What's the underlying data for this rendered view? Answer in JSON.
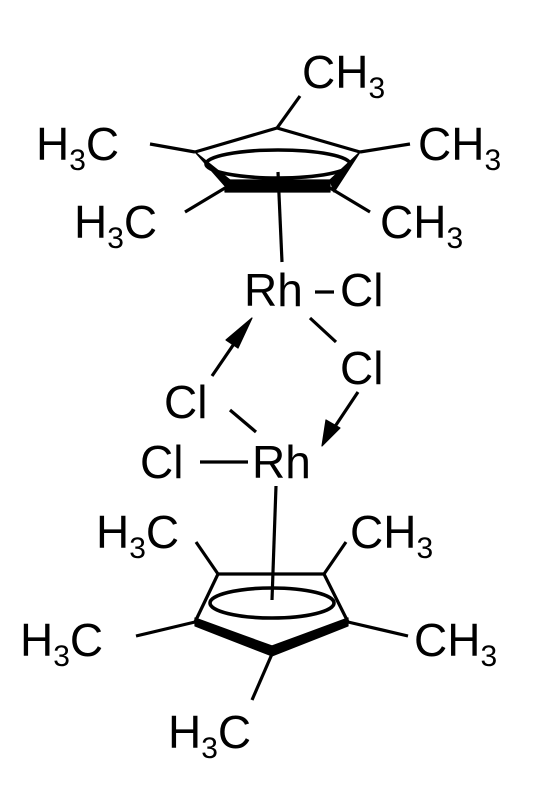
{
  "structure": {
    "atoms": {
      "top_ring": {
        "me_top": [
          "CH",
          "3"
        ],
        "me_upper_left": [
          "H",
          "3",
          "C"
        ],
        "me_upper_right": [
          "CH",
          "3"
        ],
        "me_lower_left": [
          "H",
          "3",
          "C"
        ],
        "me_lower_right": [
          "CH",
          "3"
        ]
      },
      "metal_core": {
        "rh_top": "Rh",
        "cl_terminal_top": "Cl",
        "cl_bridge_right": "Cl",
        "cl_bridge_left": "Cl",
        "cl_terminal_bottom": "Cl",
        "rh_bottom": "Rh"
      },
      "bottom_ring": {
        "me_upper_left": [
          "H",
          "3",
          "C"
        ],
        "me_upper_right": [
          "CH",
          "3"
        ],
        "me_left": [
          "H",
          "3",
          "C"
        ],
        "me_right": [
          "CH",
          "3"
        ],
        "me_bottom": [
          "H",
          "3",
          "C"
        ]
      }
    },
    "colors": {
      "ink": "#000000",
      "background": "#ffffff"
    }
  }
}
